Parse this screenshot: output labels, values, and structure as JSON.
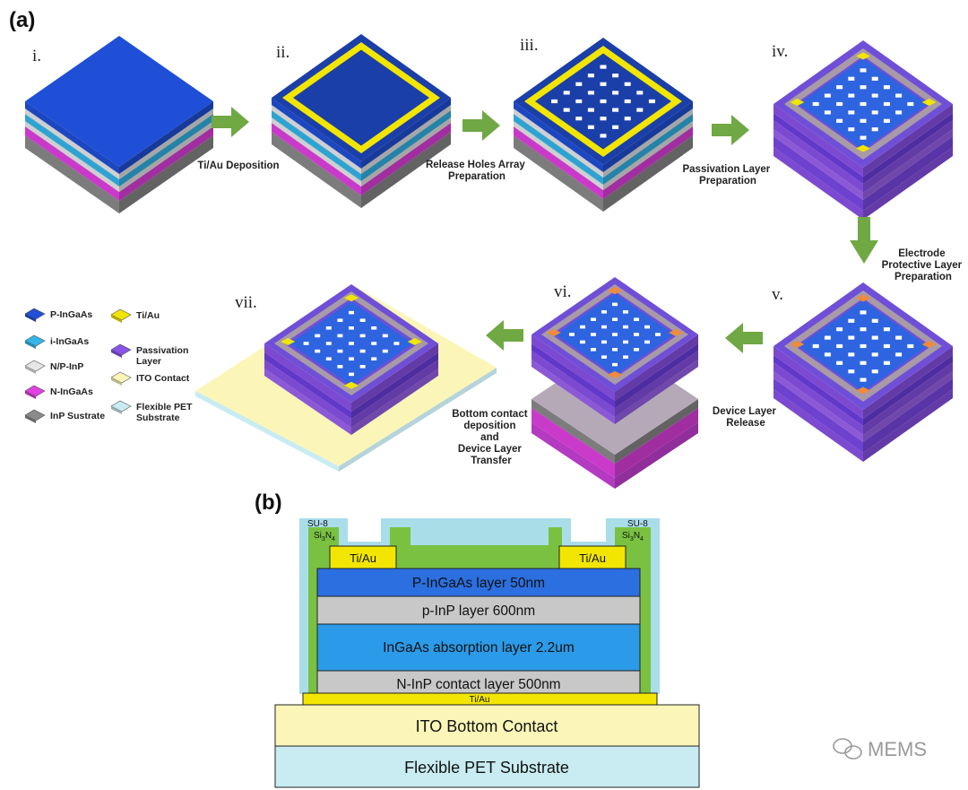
{
  "panel_a": {
    "label": "(a)"
  },
  "panel_b": {
    "label": "(b)"
  },
  "steps": [
    {
      "num": "i."
    },
    {
      "num": "ii."
    },
    {
      "num": "iii."
    },
    {
      "num": "iv."
    },
    {
      "num": "v."
    },
    {
      "num": "vi."
    },
    {
      "num": "vii."
    }
  ],
  "captions": {
    "c1": [
      "Ti/Au  Deposition"
    ],
    "c2": [
      "Release Holes Array",
      "Preparation"
    ],
    "c3": [
      "Passivation Layer",
      "Preparation"
    ],
    "c4": [
      "Electrode",
      "Protective Layer",
      "Preparation"
    ],
    "c5": [
      "Device Layer",
      "Release"
    ],
    "c6": [
      "Bottom contact",
      "deposition",
      "and",
      "Device Layer",
      "Transfer"
    ]
  },
  "legend": [
    {
      "label": [
        "P-InGaAs"
      ],
      "color": "#1f4fd6"
    },
    {
      "label": [
        "i-InGaAs"
      ],
      "color": "#33b5ea"
    },
    {
      "label": [
        "N/P-InP"
      ],
      "color": "#e6e6e6"
    },
    {
      "label": [
        "N-InGaAs"
      ],
      "color": "#e040e0"
    },
    {
      "label": [
        "InP Sustrate"
      ],
      "color": "#8a8a8a"
    },
    {
      "label": [
        "Ti/Au"
      ],
      "color": "#f2e600"
    },
    {
      "label": [
        "Passivation",
        "Layer"
      ],
      "color": "#8a52e8"
    },
    {
      "label": [
        "ITO Contact"
      ],
      "color": "#fbf6b8"
    },
    {
      "label": [
        "Flexible PET",
        "Substrate"
      ],
      "color": "#c8ecf2"
    }
  ],
  "cross_section": {
    "su8_left": "SU-8",
    "si3n4_left": "Si",
    "su8_right": "SU-8",
    "si3n4_right": "Si",
    "si3n4_sub": "3",
    "si3n4_sub2": "N",
    "si3n4_sub3": "4",
    "tiau_left": "Ti/Au",
    "tiau_right": "Ti/Au",
    "layer_p_ingaas": "P-InGaAs layer 50nm",
    "layer_p_inp": "p-InP layer 600nm",
    "layer_absorption": "InGaAs absorption layer 2.2um",
    "layer_n_inp": "N-InP contact layer 500nm",
    "tiau_bottom": "Ti/Au",
    "ito": "ITO Bottom Contact",
    "pet": "Flexible PET Substrate"
  },
  "watermark": "MEMS",
  "colors": {
    "p_ingaas": "#1f4fd6",
    "i_ingaas": "#33b5ea",
    "inp": "#e6e6e6",
    "n_ingaas": "#e040e0",
    "substrate": "#8a8a8a",
    "tiau": "#f2e600",
    "passivation": "#8a52e8",
    "ito": "#fbf6b8",
    "pet": "#c8ecf2",
    "arrow": "#70a844",
    "si3n4": "#7ac142",
    "su8": "#a9dde8",
    "gray_layer": "#c8c8c8",
    "blue_layer": "#2b6fe0",
    "light_blue_layer": "#2b9ae8"
  }
}
